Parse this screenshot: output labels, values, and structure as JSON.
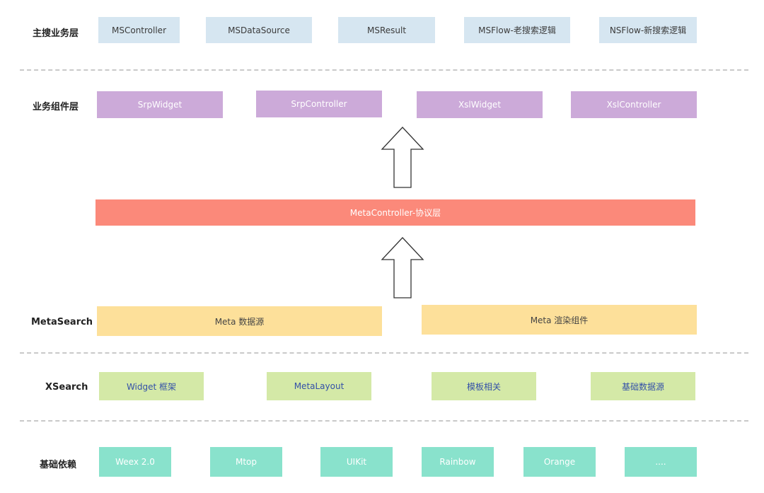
{
  "layers": {
    "main_business": {
      "label": "主搜业务层",
      "items": [
        "MSController",
        "MSDataSource",
        "MSResult",
        "MSFlow-老搜索逻辑",
        "NSFlow-新搜索逻辑"
      ]
    },
    "business_component": {
      "label": "业务组件层",
      "items": [
        "SrpWidget",
        "SrpController",
        "XslWidget",
        "XslController"
      ]
    },
    "protocol": {
      "label": "MetaController-协议层"
    },
    "metasearch": {
      "label": "MetaSearch",
      "items": [
        "Meta 数据源",
        "Meta 渲染组件"
      ]
    },
    "xsearch": {
      "label": "XSearch",
      "items": [
        "Widget 框架",
        "MetaLayout",
        "模板相关",
        "基础数据源"
      ]
    },
    "base_deps": {
      "label": "基础依赖",
      "items": [
        "Weex 2.0",
        "Mtop",
        "UIKit",
        "Rainbow",
        "Orange",
        "...."
      ]
    }
  },
  "colors": {
    "main_business": "#d6e6f1",
    "business_component": "#ccaad9",
    "protocol": "#fb897a",
    "metasearch": "#fde09a",
    "xsearch": "#d4e9a7",
    "base_deps": "#89e2cc"
  },
  "icons": [
    "up-arrow-icon",
    "up-arrow-icon"
  ]
}
